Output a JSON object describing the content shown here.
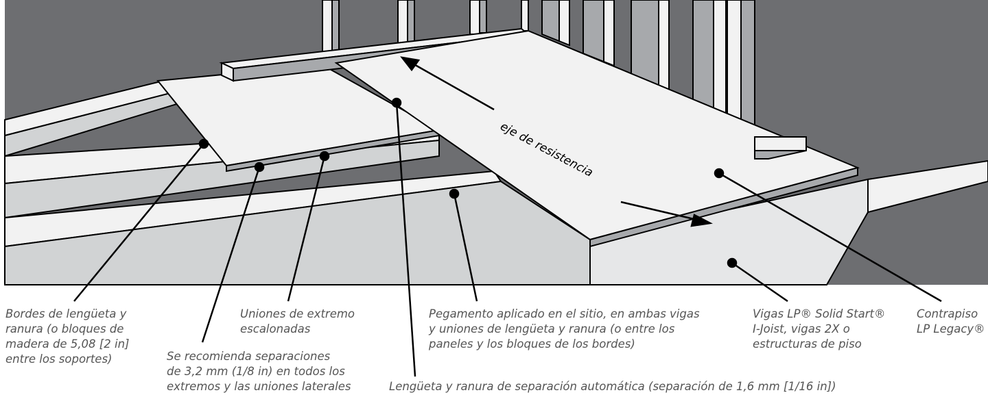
{
  "diagram": {
    "axis_label": "eje de resistencia",
    "callouts": [
      {
        "id": "tongue-groove-edges",
        "text": "Bordes de lengüeta y\nranura (o bloques de\nmadera de 5,08 [2 in]\nentre los soportes)"
      },
      {
        "id": "gap-recommendation",
        "text": "Se recomienda separaciones\nde 3,2 mm (1/8 in) en todos los\nextremos y las uniones laterales"
      },
      {
        "id": "staggered-joints",
        "text": "Uniones de extremo\nescalonadas"
      },
      {
        "id": "self-gapping",
        "text": "Lengüeta y ranura de separación automática (separación de 1,6 mm [1/16 in])"
      },
      {
        "id": "field-glue",
        "text": "Pegamento aplicado en el sitio, en ambas vigas\ny uniones de lengüeta y ranura (o entre los\npaneles y los bloques de los bordes)"
      },
      {
        "id": "joists",
        "text": "Vigas LP® Solid Start®\nI-Joist, vigas 2X o\nestructuras de piso"
      },
      {
        "id": "subfloor",
        "text": "Contrapiso\nLP Legacy®"
      }
    ]
  },
  "colors": {
    "wall": "#6d6e71",
    "stud_gray": "#a7a9ac",
    "joist_gray": "#d1d3d4",
    "panel_white": "#f2f2f2",
    "line": "#000000",
    "label_text": "#555555"
  }
}
